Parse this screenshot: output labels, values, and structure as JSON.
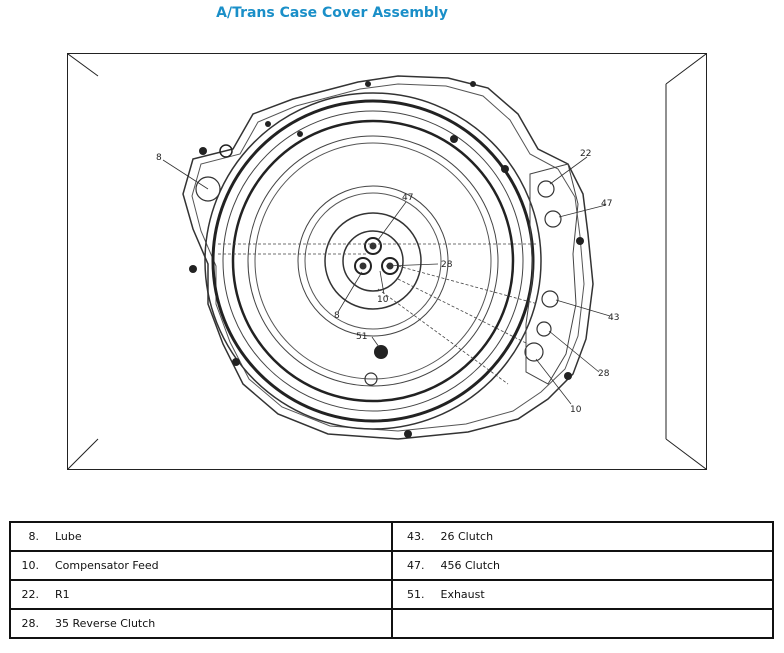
{
  "title": "A/Trans Case Cover Assembly",
  "diagram": {
    "callouts": {
      "c8a": "8",
      "c8b": "8",
      "c10a": "10",
      "c10b": "10",
      "c22": "22",
      "c28a": "28",
      "c28b": "28",
      "c43": "43",
      "c47a": "47",
      "c47b": "47",
      "c51": "51"
    }
  },
  "legend": {
    "rows": [
      {
        "left": {
          "num": "8.",
          "label": "Lube"
        },
        "right": {
          "num": "43.",
          "label": "26 Clutch"
        }
      },
      {
        "left": {
          "num": "10.",
          "label": "Compensator Feed"
        },
        "right": {
          "num": "47.",
          "label": "456 Clutch"
        }
      },
      {
        "left": {
          "num": "22.",
          "label": "R1"
        },
        "right": {
          "num": "51.",
          "label": "Exhaust"
        }
      },
      {
        "left": {
          "num": "28.",
          "label": "35 Reverse Clutch"
        },
        "right": {
          "num": "",
          "label": ""
        }
      }
    ]
  }
}
